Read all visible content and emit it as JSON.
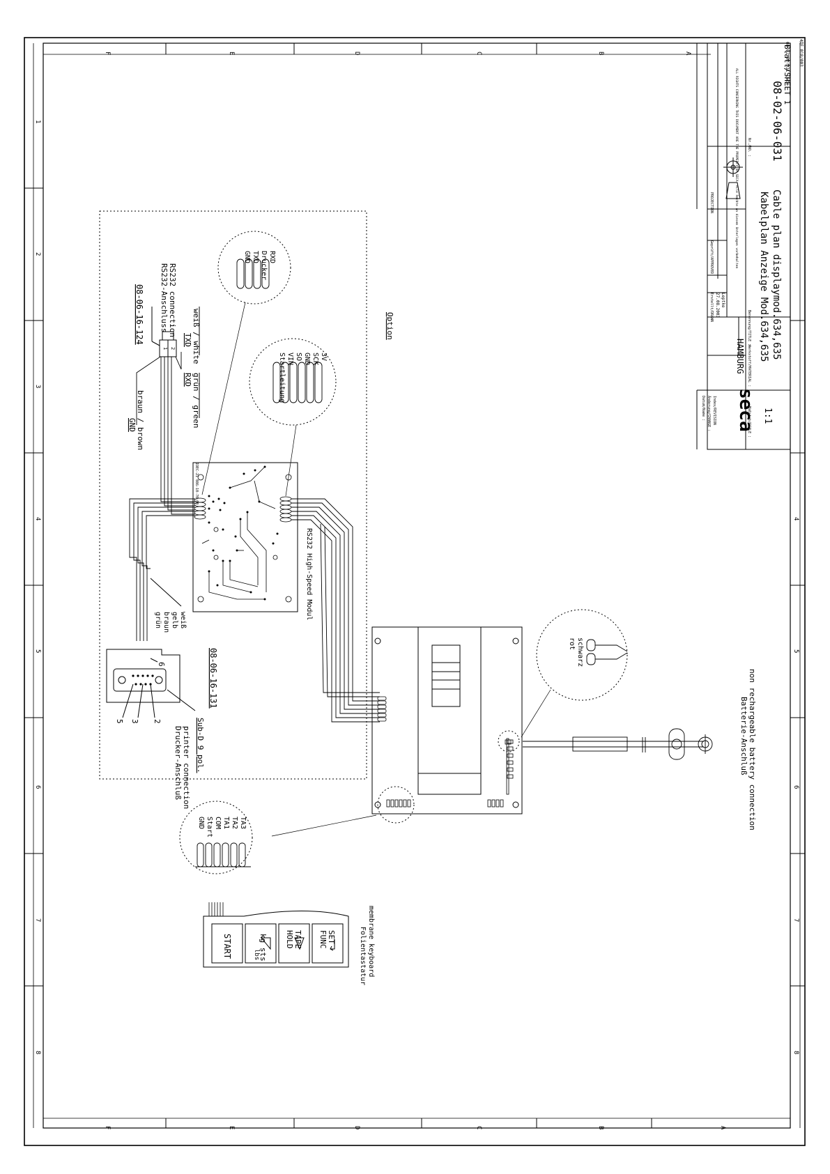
{
  "grid": {
    "letters": [
      "F",
      "E",
      "D",
      "C",
      "B",
      "A"
    ],
    "numbers": [
      "1",
      "2",
      "3",
      "4",
      "5",
      "6",
      "7",
      "8"
    ]
  },
  "stamp": "4ДЕ 018/003",
  "labels": {
    "option": "Option",
    "rs232_code": "08-06-16-124",
    "rs232_de": "RS232-Anschluss",
    "rs232_en": "RS232 connection",
    "pin1": "1",
    "pin2": "2",
    "gnd": "GND",
    "brown": "braun / brown",
    "rxd": "RXD",
    "green": "grün / green",
    "txd": "TXD",
    "white": "weiß / white",
    "rs232_module": "RS232 High-Speed Modul",
    "pcb_marking": "IOEC-21 086-10-70-00",
    "wire_gruen": "grün",
    "wire_braun": "braun",
    "wire_gelb": "gelb",
    "wire_weiss": "weiß",
    "sub_d_code": "08-06-16-131",
    "sub_d_pins": [
      "5",
      "3",
      "2",
      "6"
    ],
    "sub_d_type": "Sub-D 9 pol.",
    "printer_de": "Drucker-Anschluß",
    "printer_en": "printer connection",
    "drucker_pins": [
      "GND",
      "TXD",
      "Drucker",
      "RXD"
    ],
    "module_pins": [
      "Startleitung",
      "VIN",
      "SO",
      "GND",
      "SCK",
      "3V"
    ],
    "battery_wires": [
      "rot",
      "schwarz"
    ],
    "battery_de": "Batterie-Anschluß",
    "battery_en": "non rechargeable battery connection",
    "keyboard_pins": [
      "GND",
      "Start",
      "COM",
      "TA1",
      "TA2",
      "TA3"
    ],
    "keys": [
      {
        "top": "START",
        "bottom": ""
      },
      {
        "top": "lbs",
        "bottom": "kg sts"
      },
      {
        "top": "HOLD",
        "bottom": "TAPE"
      },
      {
        "top": "FUNC",
        "bottom": "SET"
      }
    ],
    "keyboard_de": "Folientastatur",
    "keyboard_en": "membrane keyboard"
  },
  "title_block": {
    "drawing_no": "08-02-06-031",
    "title_de": "Kabelplan Anzeige Mod.634,635",
    "title_en": "Cable plan displaymod.634,635",
    "sheet": "Blatt/SHEET 1",
    "sheet_code": "08-02-06-031_ISZH",
    "company": "seca",
    "city": "HAMBURG",
    "scale_label": "Maßstab/SCALE :",
    "scale": "1:1",
    "material_label": "Werkstoff/MATERIAL :",
    "designation_label": "Benennung/TITLE :",
    "number_label": "Nr./NO. :",
    "drawn_by_label": "Erstellt/DRAWN",
    "drawn_date": "27.08.2003",
    "drawn_name": "Leptke",
    "checked_label": "Geprüft/APPROVED",
    "projection_label": "PROJECTION",
    "rev_label": "Index/REVISION",
    "change_label": "Änderung/CHANGE :",
    "date_label": "Datum/Name :",
    "copyright": "ALL RIGHTS CONCERNING THIS DOCUMENT ARE THE PROPERTY OF SECA. Alle Rechte an diesem Unterlagen vorbehalten"
  }
}
